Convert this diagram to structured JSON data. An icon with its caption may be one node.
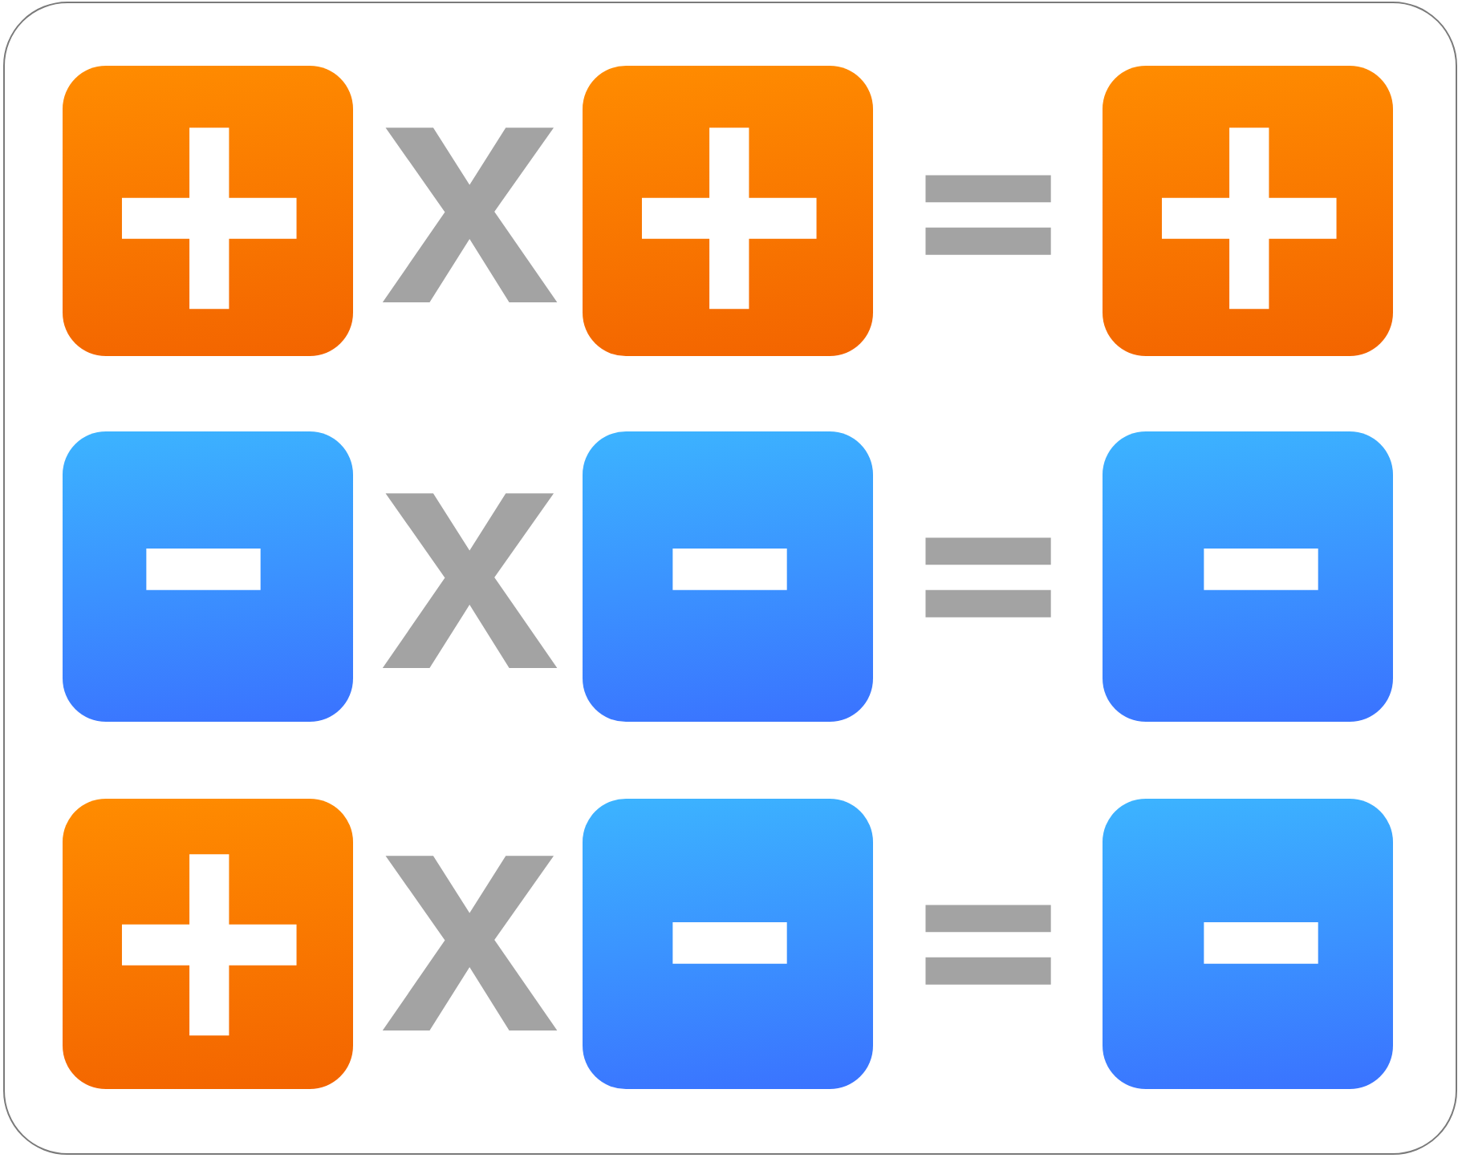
{
  "diagram": {
    "nodes": [
      {
        "text": [
          "+"
        ]
      },
      {
        "text": [
          "+"
        ]
      },
      {
        "text": [
          "+"
        ]
      },
      {
        "text": [
          "−"
        ]
      },
      {
        "text": [
          "−"
        ]
      },
      {
        "text": [
          "−"
        ]
      },
      {
        "text": [
          "+"
        ]
      },
      {
        "text": [
          "−"
        ]
      },
      {
        "text": [
          "−"
        ]
      }
    ],
    "labels": [
      "x",
      "=",
      "x",
      "=",
      "x",
      "="
    ]
  }
}
